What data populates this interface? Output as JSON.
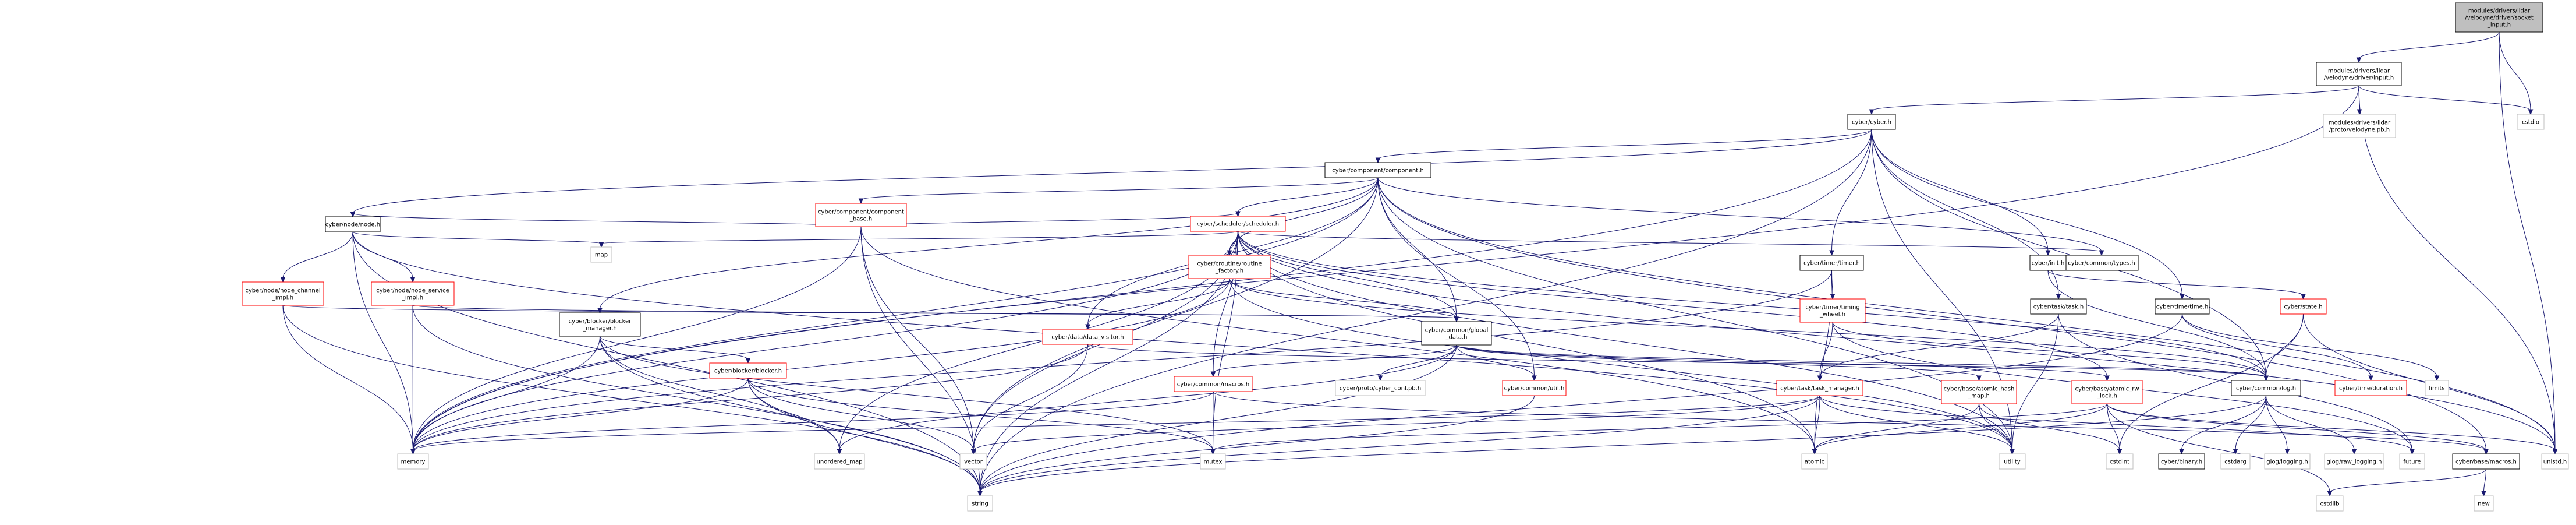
{
  "diagram": {
    "title": "",
    "nodes": [
      {
        "id": "root",
        "kind": "root",
        "lines": [
          "modules/drivers/lidar",
          "/velodyne/driver/socket",
          "_input.h"
        ]
      },
      {
        "id": "input",
        "kind": "local",
        "lines": [
          "modules/drivers/lidar",
          "/velodyne/driver/input.h"
        ]
      },
      {
        "id": "cyber_h",
        "kind": "local",
        "lines": [
          "cyber/cyber.h"
        ]
      },
      {
        "id": "velodyne_pb",
        "kind": "sys",
        "lines": [
          "modules/drivers/lidar",
          "/proto/velodyne.pb.h"
        ]
      },
      {
        "id": "cstdio",
        "kind": "sys",
        "lines": [
          "cstdio"
        ]
      },
      {
        "id": "component",
        "kind": "local",
        "lines": [
          "cyber/component/component.h"
        ]
      },
      {
        "id": "component_base",
        "kind": "red",
        "lines": [
          "cyber/component/component",
          "_base.h"
        ]
      },
      {
        "id": "scheduler",
        "kind": "red",
        "lines": [
          "cyber/scheduler/scheduler.h"
        ]
      },
      {
        "id": "node",
        "kind": "local",
        "lines": [
          "cyber/node/node.h"
        ]
      },
      {
        "id": "map",
        "kind": "sys",
        "lines": [
          "map"
        ]
      },
      {
        "id": "timer",
        "kind": "local",
        "lines": [
          "cyber/timer/timer.h"
        ]
      },
      {
        "id": "types",
        "kind": "local",
        "lines": [
          "cyber/common/types.h"
        ]
      },
      {
        "id": "init",
        "kind": "local",
        "lines": [
          "cyber/init.h"
        ]
      },
      {
        "id": "routine_factory",
        "kind": "red",
        "lines": [
          "cyber/croutine/routine",
          "_factory.h"
        ]
      },
      {
        "id": "node_channel",
        "kind": "red",
        "lines": [
          "cyber/node/node_channel",
          "_impl.h"
        ]
      },
      {
        "id": "node_service",
        "kind": "red",
        "lines": [
          "cyber/node/node_service",
          "_impl.h"
        ]
      },
      {
        "id": "timing_wheel",
        "kind": "red",
        "lines": [
          "cyber/timer/timing",
          "_wheel.h"
        ]
      },
      {
        "id": "task",
        "kind": "local",
        "lines": [
          "cyber/task/task.h"
        ]
      },
      {
        "id": "time_h",
        "kind": "local",
        "lines": [
          "cyber/time/time.h"
        ]
      },
      {
        "id": "state",
        "kind": "red",
        "lines": [
          "cyber/state.h"
        ]
      },
      {
        "id": "blocker_manager",
        "kind": "local",
        "lines": [
          "cyber/blocker/blocker",
          "_manager.h"
        ]
      },
      {
        "id": "global_data",
        "kind": "local",
        "lines": [
          "cyber/common/global",
          "_data.h"
        ]
      },
      {
        "id": "data_visitor",
        "kind": "red",
        "lines": [
          "cyber/data/data_visitor.h"
        ]
      },
      {
        "id": "blocker",
        "kind": "red",
        "lines": [
          "cyber/blocker/blocker.h"
        ]
      },
      {
        "id": "macros_common",
        "kind": "red",
        "lines": [
          "cyber/common/macros.h"
        ]
      },
      {
        "id": "cyber_conf",
        "kind": "sys",
        "lines": [
          "cyber/proto/cyber_conf.pb.h"
        ]
      },
      {
        "id": "util",
        "kind": "red",
        "lines": [
          "cyber/common/util.h"
        ]
      },
      {
        "id": "task_manager",
        "kind": "red",
        "lines": [
          "cyber/task/task_manager.h"
        ]
      },
      {
        "id": "atomic_hash_map",
        "kind": "red",
        "lines": [
          "cyber/base/atomic_hash",
          "_map.h"
        ]
      },
      {
        "id": "atomic_rw_lock",
        "kind": "red",
        "lines": [
          "cyber/base/atomic_rw",
          "_lock.h"
        ]
      },
      {
        "id": "log",
        "kind": "local",
        "lines": [
          "cyber/common/log.h"
        ]
      },
      {
        "id": "duration",
        "kind": "red",
        "lines": [
          "cyber/time/duration.h"
        ]
      },
      {
        "id": "limits",
        "kind": "sys",
        "lines": [
          "limits"
        ]
      },
      {
        "id": "memory",
        "kind": "sys",
        "lines": [
          "memory"
        ]
      },
      {
        "id": "unordered_map",
        "kind": "sys",
        "lines": [
          "unordered_map"
        ]
      },
      {
        "id": "vector",
        "kind": "sys",
        "lines": [
          "vector"
        ]
      },
      {
        "id": "mutex",
        "kind": "sys",
        "lines": [
          "mutex"
        ]
      },
      {
        "id": "string",
        "kind": "sys",
        "lines": [
          "string"
        ]
      },
      {
        "id": "atomic",
        "kind": "sys",
        "lines": [
          "atomic"
        ]
      },
      {
        "id": "utility",
        "kind": "sys",
        "lines": [
          "utility"
        ]
      },
      {
        "id": "cstdint",
        "kind": "sys",
        "lines": [
          "cstdint"
        ]
      },
      {
        "id": "binary",
        "kind": "local",
        "lines": [
          "cyber/binary.h"
        ]
      },
      {
        "id": "cstdarg",
        "kind": "sys",
        "lines": [
          "cstdarg"
        ]
      },
      {
        "id": "glog",
        "kind": "sys",
        "lines": [
          "glog/logging.h"
        ]
      },
      {
        "id": "glog_raw",
        "kind": "sys",
        "lines": [
          "glog/raw_logging.h"
        ]
      },
      {
        "id": "future",
        "kind": "sys",
        "lines": [
          "future"
        ]
      },
      {
        "id": "base_macros",
        "kind": "local",
        "lines": [
          "cyber/base/macros.h"
        ]
      },
      {
        "id": "unistd",
        "kind": "sys",
        "lines": [
          "unistd.h"
        ]
      },
      {
        "id": "cstdlib",
        "kind": "sys",
        "lines": [
          "cstdlib"
        ]
      },
      {
        "id": "new",
        "kind": "sys",
        "lines": [
          "new"
        ]
      }
    ],
    "edges": [
      [
        "root",
        "input"
      ],
      [
        "root",
        "cstdio"
      ],
      [
        "root",
        "unistd"
      ],
      [
        "input",
        "cyber_h"
      ],
      [
        "input",
        "velodyne_pb"
      ],
      [
        "input",
        "cstdio"
      ],
      [
        "input",
        "unistd"
      ],
      [
        "input",
        "memory"
      ],
      [
        "cyber_h",
        "component"
      ],
      [
        "cyber_h",
        "node"
      ],
      [
        "cyber_h",
        "timer"
      ],
      [
        "cyber_h",
        "init"
      ],
      [
        "cyber_h",
        "task"
      ],
      [
        "cyber_h",
        "time_h"
      ],
      [
        "cyber_h",
        "log"
      ],
      [
        "cyber_h",
        "memory"
      ],
      [
        "cyber_h",
        "string"
      ],
      [
        "cyber_h",
        "utility"
      ],
      [
        "component",
        "component_base"
      ],
      [
        "component",
        "scheduler"
      ],
      [
        "component",
        "types"
      ],
      [
        "component",
        "blocker_manager"
      ],
      [
        "component",
        "data_visitor"
      ],
      [
        "component",
        "global_data"
      ],
      [
        "component",
        "routine_factory"
      ],
      [
        "component",
        "util"
      ],
      [
        "component",
        "memory"
      ],
      [
        "component",
        "vector"
      ],
      [
        "component",
        "utility"
      ],
      [
        "component",
        "unistd"
      ],
      [
        "component",
        "base_macros"
      ],
      [
        "component_base",
        "node"
      ],
      [
        "component_base",
        "scheduler"
      ],
      [
        "component_base",
        "memory"
      ],
      [
        "component_base",
        "string"
      ],
      [
        "component_base",
        "vector"
      ],
      [
        "component_base",
        "atomic"
      ],
      [
        "scheduler",
        "routine_factory"
      ],
      [
        "scheduler",
        "types"
      ],
      [
        "scheduler",
        "log"
      ],
      [
        "scheduler",
        "global_data"
      ],
      [
        "scheduler",
        "macros_common"
      ],
      [
        "scheduler",
        "atomic_rw_lock"
      ],
      [
        "scheduler",
        "map"
      ],
      [
        "scheduler",
        "memory"
      ],
      [
        "scheduler",
        "string"
      ],
      [
        "scheduler",
        "vector"
      ],
      [
        "scheduler",
        "mutex"
      ],
      [
        "scheduler",
        "unordered_map"
      ],
      [
        "scheduler",
        "unistd"
      ],
      [
        "scheduler",
        "atomic"
      ],
      [
        "scheduler",
        "utility"
      ],
      [
        "node",
        "node_channel"
      ],
      [
        "node",
        "node_service"
      ],
      [
        "node",
        "map"
      ],
      [
        "node",
        "memory"
      ],
      [
        "node",
        "string"
      ],
      [
        "node",
        "utility"
      ],
      [
        "node_channel",
        "memory"
      ],
      [
        "node_channel",
        "string"
      ],
      [
        "node_channel",
        "global_data"
      ],
      [
        "node_service",
        "memory"
      ],
      [
        "node_service",
        "string"
      ],
      [
        "node_service",
        "global_data"
      ],
      [
        "routine_factory",
        "data_visitor"
      ],
      [
        "routine_factory",
        "global_data"
      ],
      [
        "routine_factory",
        "log"
      ],
      [
        "routine_factory",
        "memory"
      ],
      [
        "routine_factory",
        "utility"
      ],
      [
        "timer",
        "timing_wheel"
      ],
      [
        "timer",
        "memory"
      ],
      [
        "timer",
        "atomic"
      ],
      [
        "timing_wheel",
        "log"
      ],
      [
        "timing_wheel",
        "task_manager"
      ],
      [
        "timing_wheel",
        "future"
      ],
      [
        "init",
        "log"
      ],
      [
        "init",
        "state"
      ],
      [
        "task",
        "task_manager"
      ],
      [
        "task",
        "future"
      ],
      [
        "task",
        "utility"
      ],
      [
        "time_h",
        "limits"
      ],
      [
        "time_h",
        "duration"
      ],
      [
        "time_h",
        "string"
      ],
      [
        "state",
        "log"
      ],
      [
        "state",
        "unistd"
      ],
      [
        "state",
        "cstdint"
      ],
      [
        "blocker_manager",
        "blocker"
      ],
      [
        "blocker_manager",
        "memory"
      ],
      [
        "blocker_manager",
        "string"
      ],
      [
        "blocker_manager",
        "unordered_map"
      ],
      [
        "blocker_manager",
        "mutex"
      ],
      [
        "global_data",
        "macros_common"
      ],
      [
        "global_data",
        "util"
      ],
      [
        "global_data",
        "cyber_conf"
      ],
      [
        "global_data",
        "atomic_hash_map"
      ],
      [
        "global_data",
        "atomic_rw_lock"
      ],
      [
        "global_data",
        "string"
      ],
      [
        "global_data",
        "unordered_map"
      ],
      [
        "global_data",
        "log"
      ],
      [
        "data_visitor",
        "memory"
      ],
      [
        "data_visitor",
        "vector"
      ],
      [
        "data_visitor",
        "log"
      ],
      [
        "blocker",
        "memory"
      ],
      [
        "blocker",
        "string"
      ],
      [
        "blocker",
        "unordered_map"
      ],
      [
        "blocker",
        "vector"
      ],
      [
        "blocker",
        "mutex"
      ],
      [
        "macros_common",
        "memory"
      ],
      [
        "macros_common",
        "mutex"
      ],
      [
        "macros_common",
        "base_macros"
      ],
      [
        "util",
        "string"
      ],
      [
        "task_manager",
        "memory"
      ],
      [
        "task_manager",
        "string"
      ],
      [
        "task_manager",
        "vector"
      ],
      [
        "task_manager",
        "atomic"
      ],
      [
        "task_manager",
        "utility"
      ],
      [
        "task_manager",
        "future"
      ],
      [
        "atomic_hash_map",
        "atomic"
      ],
      [
        "atomic_hash_map",
        "cstdint"
      ],
      [
        "atomic_hash_map",
        "utility"
      ],
      [
        "atomic_rw_lock",
        "unistd"
      ],
      [
        "atomic_rw_lock",
        "atomic"
      ],
      [
        "atomic_rw_lock",
        "mutex"
      ],
      [
        "atomic_rw_lock",
        "cstdint"
      ],
      [
        "atomic_rw_lock",
        "cstdlib"
      ],
      [
        "atomic_rw_lock",
        "base_macros"
      ],
      [
        "log",
        "binary"
      ],
      [
        "log",
        "cstdarg"
      ],
      [
        "log",
        "glog"
      ],
      [
        "log",
        "glog_raw"
      ],
      [
        "log",
        "string"
      ],
      [
        "base_macros",
        "cstdlib"
      ],
      [
        "base_macros",
        "new"
      ]
    ]
  }
}
